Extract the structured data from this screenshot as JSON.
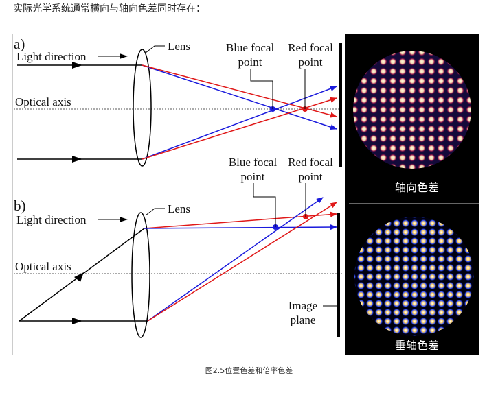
{
  "intro_text": "实际光学系统通常横向与轴向色差同时存在：",
  "figure": {
    "panel_a": {
      "tag": "a)",
      "light_direction": "Light direction",
      "lens": "Lens",
      "optical_axis": "Optical axis",
      "blue_focal": [
        "Blue focal",
        "point"
      ],
      "red_focal": [
        "Red focal",
        "point"
      ],
      "image_label": "轴向色差"
    },
    "panel_b": {
      "tag": "b)",
      "light_direction": "Light direction",
      "lens": "Lens",
      "optical_axis": "Optical axis",
      "blue_focal": [
        "Blue focal",
        "point"
      ],
      "red_focal": [
        "Red focal",
        "point"
      ],
      "image_plane": [
        "Image",
        "plane"
      ],
      "image_label": "垂轴色差"
    },
    "colors": {
      "blue": "#1a1adc",
      "red": "#e01818"
    }
  },
  "caption": "图2.5位置色差和倍率色差"
}
